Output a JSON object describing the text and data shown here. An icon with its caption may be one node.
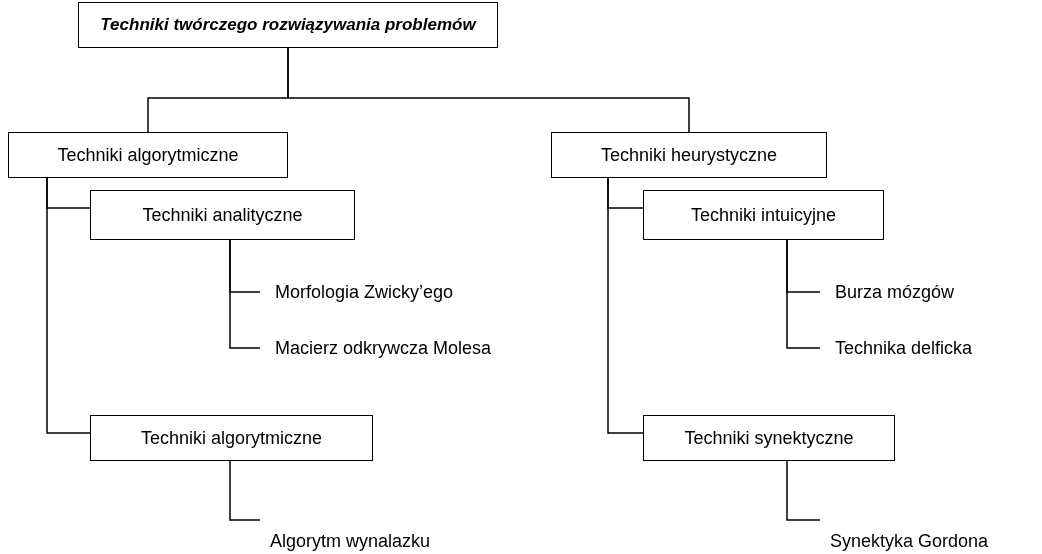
{
  "diagram": {
    "nodes": [
      {
        "text": [
          "Techniki twórczego rozwiązywania problemów"
        ]
      },
      {
        "text": [
          "Techniki algorytmiczne"
        ]
      },
      {
        "text": [
          "Techniki analityczne"
        ]
      },
      {
        "text": [
          "Morfologia Zwicky’ego"
        ]
      },
      {
        "text": [
          "Macierz odkrywcza Molesa"
        ]
      },
      {
        "text": [
          "Techniki algorytmiczne"
        ]
      },
      {
        "text": [
          "Algorytm wynalazku"
        ]
      },
      {
        "text": [
          "Techniki heurystyczne"
        ]
      },
      {
        "text": [
          "Techniki intuicyjne"
        ]
      },
      {
        "text": [
          "Burza mózgów"
        ]
      },
      {
        "text": [
          "Technika delficka"
        ]
      },
      {
        "text": [
          "Techniki synektyczne"
        ]
      },
      {
        "text": [
          "Synektyka Gordona"
        ]
      }
    ],
    "edges": [
      {
        "from": 0,
        "to": 1,
        "arrow": "none"
      },
      {
        "from": 0,
        "to": 7,
        "arrow": "none"
      },
      {
        "from": 1,
        "to": 2,
        "arrow": "none"
      },
      {
        "from": 2,
        "to": 3,
        "arrow": "none"
      },
      {
        "from": 2,
        "to": 4,
        "arrow": "none"
      },
      {
        "from": 1,
        "to": 5,
        "arrow": "none"
      },
      {
        "from": 5,
        "to": 6,
        "arrow": "none"
      },
      {
        "from": 7,
        "to": 8,
        "arrow": "none"
      },
      {
        "from": 8,
        "to": 9,
        "arrow": "none"
      },
      {
        "from": 8,
        "to": 10,
        "arrow": "none"
      },
      {
        "from": 7,
        "to": 11,
        "arrow": "none"
      },
      {
        "from": 11,
        "to": 12,
        "arrow": "none"
      }
    ]
  }
}
